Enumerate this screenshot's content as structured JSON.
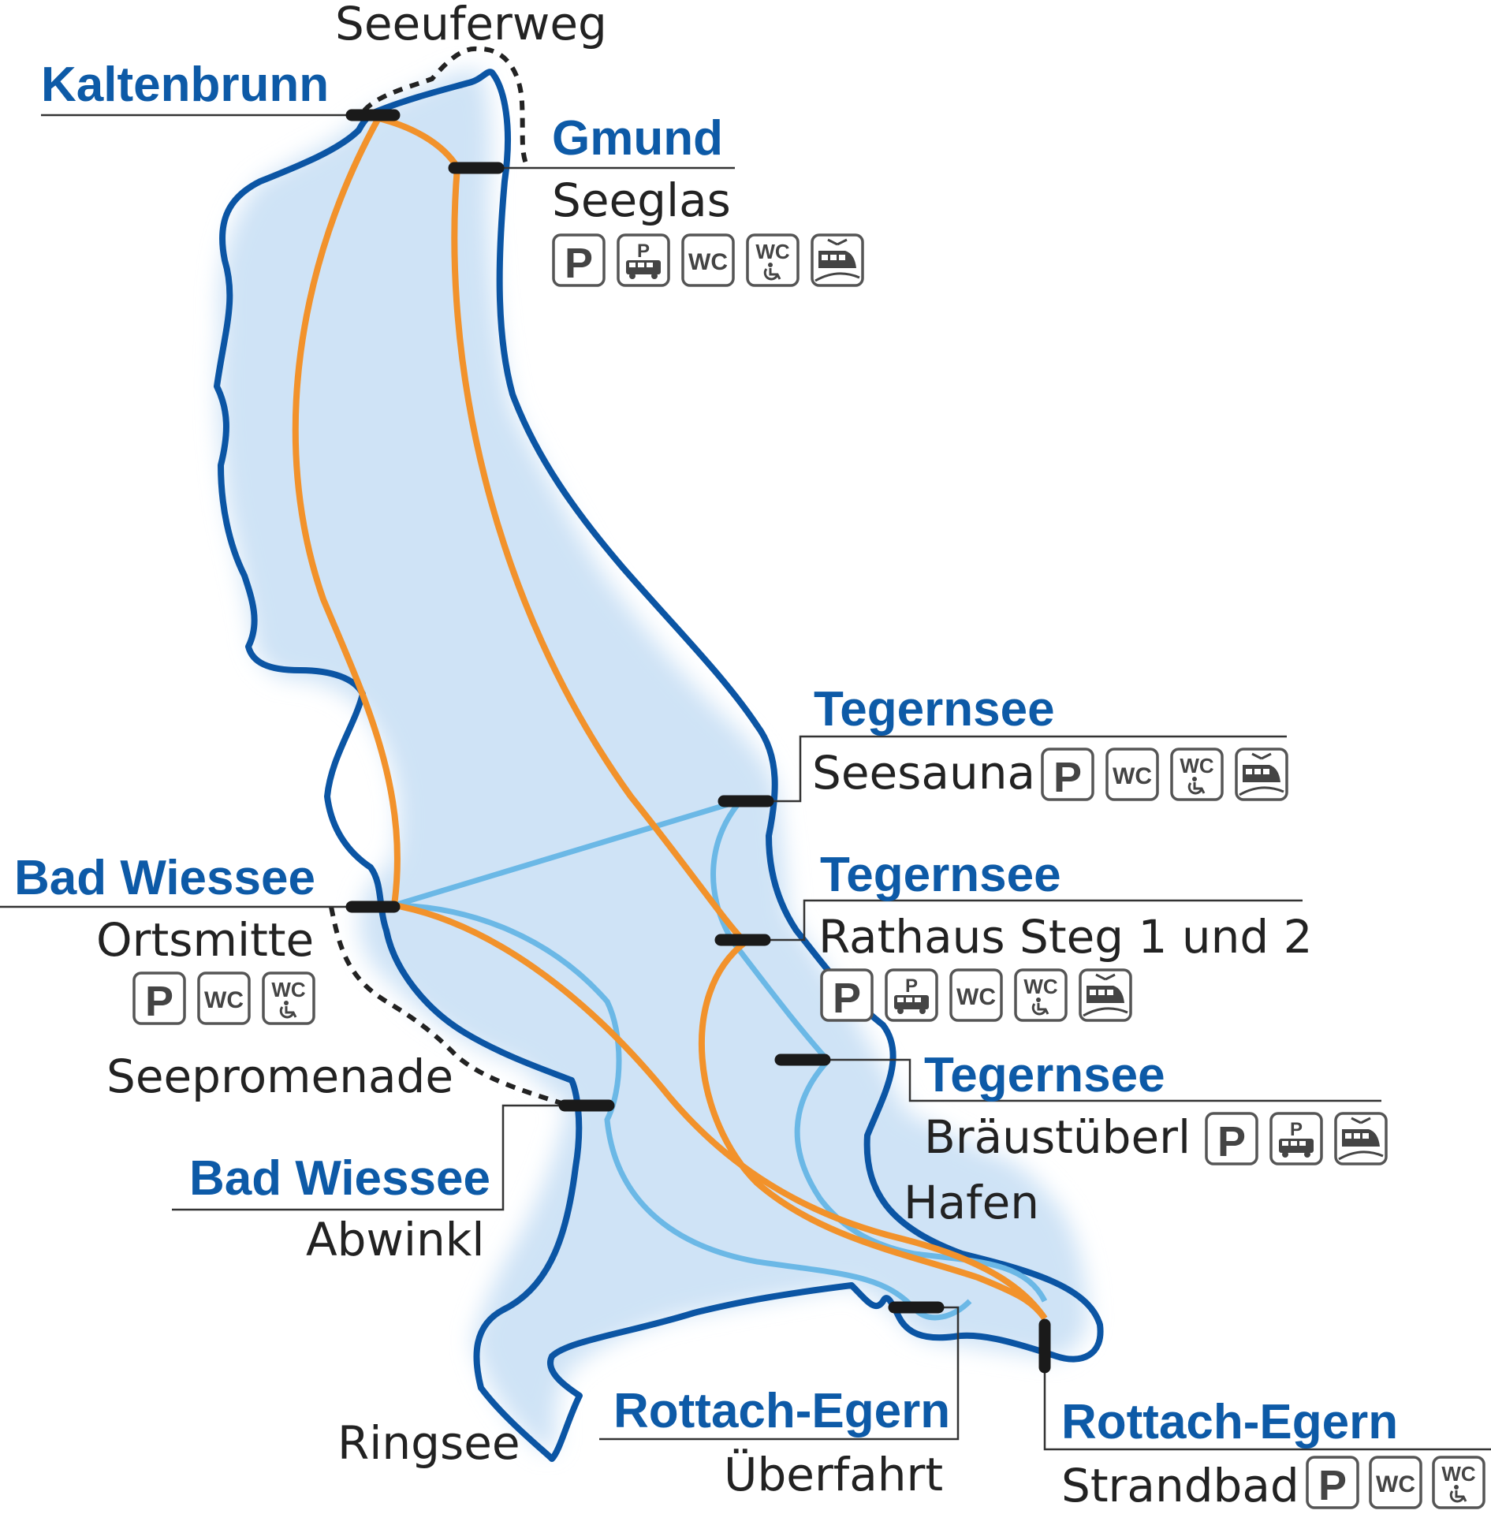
{
  "colors": {
    "shore": "#0b55a4",
    "glow": "#cfe3f6",
    "route_main": "#f2922b",
    "route_secondary": "#6bb8e6",
    "walkway": "#222222",
    "town_label": "#0d5aa7"
  },
  "labels": {
    "seeuferweg": "Seeuferweg",
    "seepromenade": "Seepromenade",
    "hafen": "Hafen",
    "ringsee": "Ringsee"
  },
  "stations": [
    {
      "id": "kaltenbrunn",
      "town": "Kaltenbrunn",
      "stop": "",
      "icons": []
    },
    {
      "id": "gmund",
      "town": "Gmund",
      "stop": "Seeglas",
      "icons": [
        "P",
        "bus-parking",
        "WC",
        "WC-accessible",
        "train"
      ]
    },
    {
      "id": "tegernsee-seesauna",
      "town": "Tegernsee",
      "stop": "Seesauna",
      "icons": [
        "P",
        "WC",
        "WC-accessible",
        "train"
      ]
    },
    {
      "id": "tegernsee-rathaus",
      "town": "Tegernsee",
      "stop": "Rathaus Steg 1 und 2",
      "icons": [
        "P",
        "bus-parking",
        "WC",
        "WC-accessible",
        "train"
      ]
    },
    {
      "id": "tegernsee-braeustueberl",
      "town": "Tegernsee",
      "stop": "Bräustüberl",
      "icons": [
        "P",
        "bus-parking",
        "train"
      ]
    },
    {
      "id": "badwiessee-ortsmitte",
      "town": "Bad Wiessee",
      "stop": "Ortsmitte",
      "icons": [
        "P",
        "WC",
        "WC-accessible"
      ]
    },
    {
      "id": "badwiessee-abwinkl",
      "town": "Bad Wiessee",
      "stop": "Abwinkl",
      "icons": []
    },
    {
      "id": "rottach-ueberfahrt",
      "town": "Rottach-Egern",
      "stop": "Überfahrt",
      "icons": []
    },
    {
      "id": "rottach-strandbad",
      "town": "Rottach-Egern",
      "stop": "Strandbad",
      "icons": [
        "P",
        "WC",
        "WC-accessible"
      ]
    }
  ]
}
